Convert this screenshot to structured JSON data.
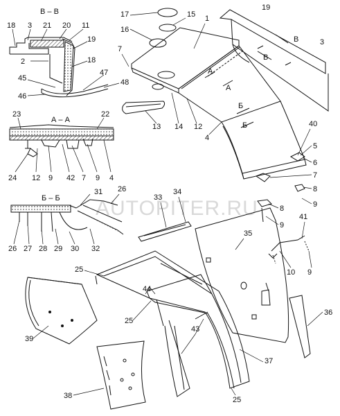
{
  "watermark": "AUTOPITER.RU",
  "sections": {
    "vv": "В – В",
    "aa": "А – А",
    "bb": "Б – Б"
  },
  "section_markers": {
    "a1": "А",
    "a2": "А",
    "b1": "Б",
    "b2": "Б",
    "v1": "В",
    "v2": "В"
  },
  "callouts": {
    "n1": "1",
    "n2": "2",
    "n3": "3",
    "n3b": "3",
    "n4": "4",
    "n4b": "4",
    "n5": "5",
    "n6": "6",
    "n7": "7",
    "n7b": "7",
    "n7c": "7",
    "n8": "8",
    "n8b": "8",
    "n9": "9",
    "n9b": "9",
    "n9c": "9",
    "n9d": "9",
    "n10": "10",
    "n11": "11",
    "n12": "12",
    "n12b": "12",
    "n13": "13",
    "n14": "14",
    "n15": "15",
    "n16": "16",
    "n17": "17",
    "n18": "18",
    "n18b": "18",
    "n19": "19",
    "n19b": "19",
    "n20": "20",
    "n21": "21",
    "n22": "22",
    "n23": "23",
    "n24": "24",
    "n25": "25",
    "n25b": "25",
    "n25c": "25",
    "n26": "26",
    "n26b": "26",
    "n27": "27",
    "n28": "28",
    "n29": "29",
    "n30": "30",
    "n31": "31",
    "n32": "32",
    "n33": "33",
    "n34": "34",
    "n35": "35",
    "n36": "36",
    "n37": "37",
    "n38": "38",
    "n39": "39",
    "n40": "40",
    "n41": "41",
    "n42": "42",
    "n43": "43",
    "n44": "44",
    "n45": "45",
    "n46": "46",
    "n47": "47",
    "n48": "48"
  }
}
